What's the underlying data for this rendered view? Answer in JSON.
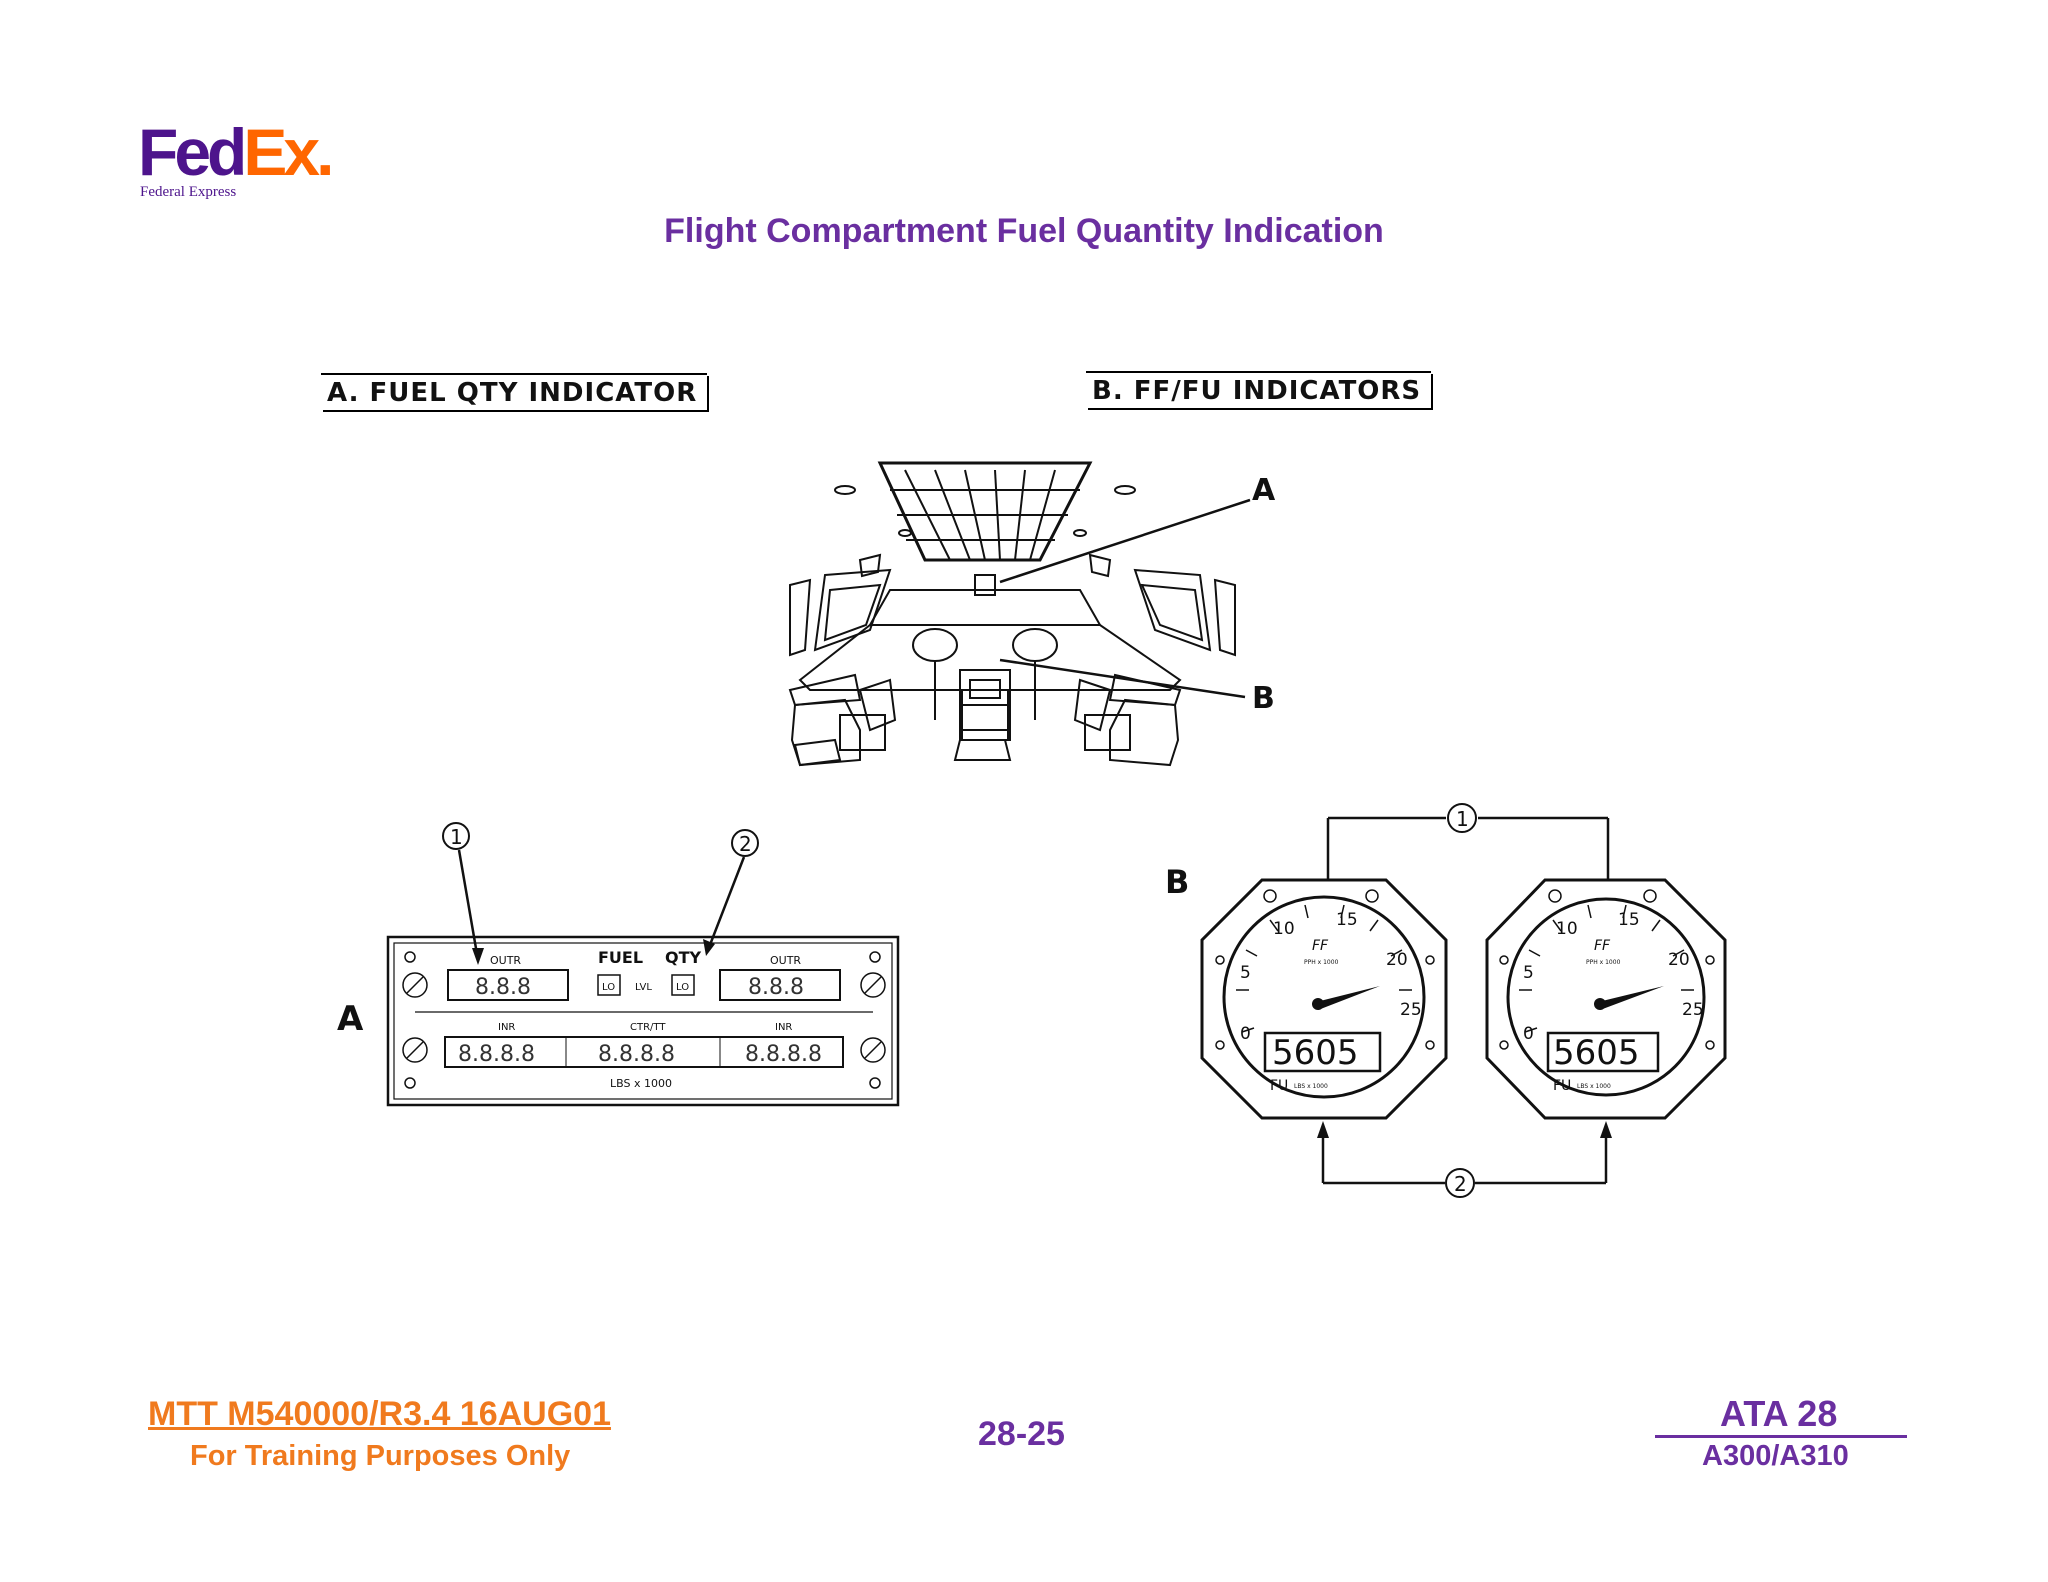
{
  "header": {
    "logo_text_fed": "Fed",
    "logo_text_ex": "Ex",
    "logo_subtext": "Federal Express",
    "title": "Flight Compartment Fuel Quantity Indication"
  },
  "sections": {
    "a_label": "A. FUEL QTY INDICATOR",
    "b_label": "B. FF/FU INDICATORS"
  },
  "cockpit": {
    "callout_a": "A",
    "callout_b": "B"
  },
  "fuel_qty_panel": {
    "panel_letter": "A",
    "callout_1": "1",
    "callout_2": "2",
    "top_left_label": "OUTR",
    "top_right_label": "OUTR",
    "fuel_label": "FUEL",
    "qty_label": "QTY",
    "lo_left": "LO",
    "lvl_label": "LVL",
    "lo_right": "LO",
    "top_left_display": "8.8.8",
    "top_right_display": "8.8.8",
    "inr_left_label": "INR",
    "ctr_label": "CTR/TT",
    "inr_right_label": "INR",
    "bottom_left_display": "8.8.8.8",
    "bottom_center_display": "8.8.8.8",
    "bottom_right_display": "8.8.8.8",
    "units_label": "LBS x 1000"
  },
  "ff_fu_gauges": {
    "panel_letter": "B",
    "callout_1": "1",
    "callout_2": "2",
    "scale_ticks": [
      "0",
      "5",
      "10",
      "15",
      "20",
      "25"
    ],
    "ff_label": "FF",
    "ff_units": "PPH x 1000",
    "fu_label": "FU",
    "fu_units": "LBS x 1000",
    "left_fu_display": "5605",
    "right_fu_display": "5605"
  },
  "footer": {
    "doc_ref": "MTT M540000/R3.4 16AUG01",
    "notice": "For Training Purposes Only",
    "page_number": "28-25",
    "ata": "ATA 28",
    "aircraft": "A300/A310"
  }
}
